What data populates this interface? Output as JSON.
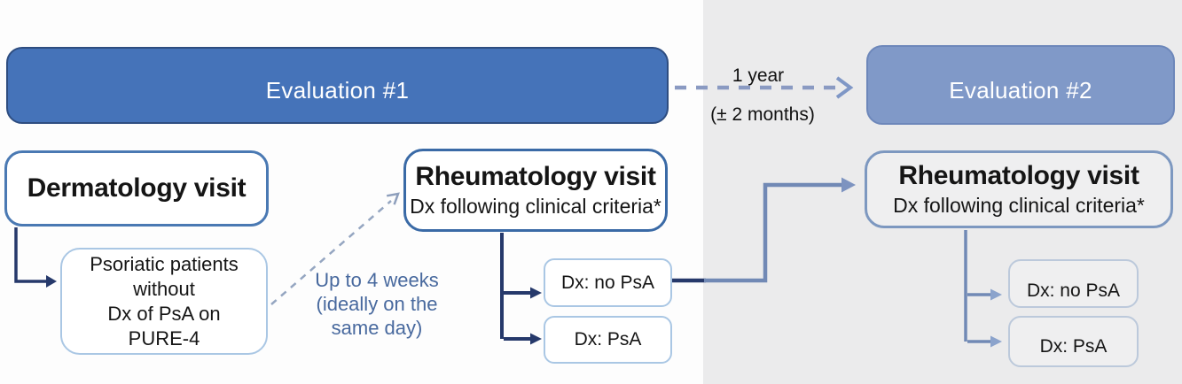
{
  "figure": {
    "evaluation1": {
      "label": "Evaluation #1"
    },
    "evaluation2": {
      "label": "Evaluation #2"
    },
    "interval_top": {
      "line1": "1 year",
      "line2": "(± 2 months)"
    },
    "dermatology": {
      "title": "Dermatology visit"
    },
    "psoriatic_patients": {
      "text": "Psoriatic patients\nwithout\nDx of PsA on\nPURE-4"
    },
    "interval_note": {
      "text": "Up to 4 weeks\n(ideally on the\nsame day)"
    },
    "rheumatology_eval1": {
      "title": "Rheumatology visit",
      "subtitle": "Dx following clinical criteria*",
      "outcome_no_psa": "Dx: no PsA",
      "outcome_psa": "Dx: PsA"
    },
    "rheumatology_eval2": {
      "title": "Rheumatology visit",
      "subtitle": "Dx following clinical criteria*",
      "outcome_no_psa": "Dx: no PsA",
      "outcome_psa": "Dx: PsA"
    }
  },
  "colors": {
    "evaluation1_fill": "#4573b9",
    "evaluation1_border": "#2e4d80",
    "evaluation2_fill": "#8099c8",
    "evaluation2_border": "#6d87ba",
    "panel_gray": "#ebebec",
    "navy_arrow": "#26396b",
    "steel_arrow": "#7189b5",
    "dashed_arrow": "#8a9ac2",
    "note_text": "#48699e",
    "box_border_light": "#aac7e4",
    "rheum1_border": "#3a6aa6",
    "rheum2_border": "#7d98c0"
  }
}
